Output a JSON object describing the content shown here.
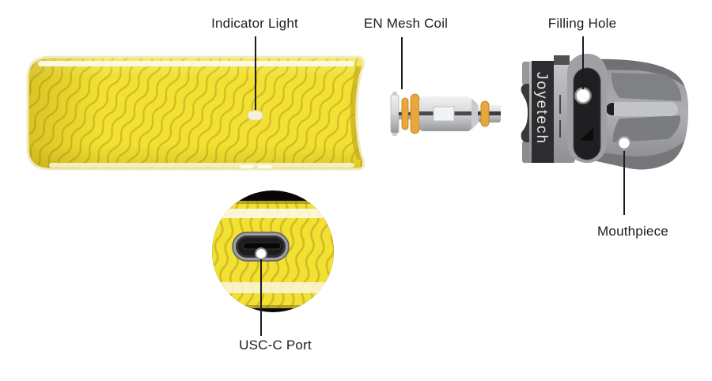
{
  "labels": {
    "indicator_light": "Indicator Light",
    "mesh_coil": "EN Mesh Coil",
    "filling_hole": "Filling Hole",
    "mouthpiece": "Mouthpiece",
    "usb_port": "USC-C Port"
  },
  "brand": "Joyetech",
  "colors": {
    "background": "#ffffff",
    "label_text": "#1d1b1c",
    "body_yellow": "#f2e132",
    "wave_line": "#c9b322",
    "edge_cream": "#f1ebbe",
    "oring_orange": "#e8a63c",
    "coil_silver": "#d8d9db",
    "pod_smoke_light": "#b0b1b5",
    "pod_smoke_dark": "#1f1f21",
    "port_black": "#070708"
  }
}
